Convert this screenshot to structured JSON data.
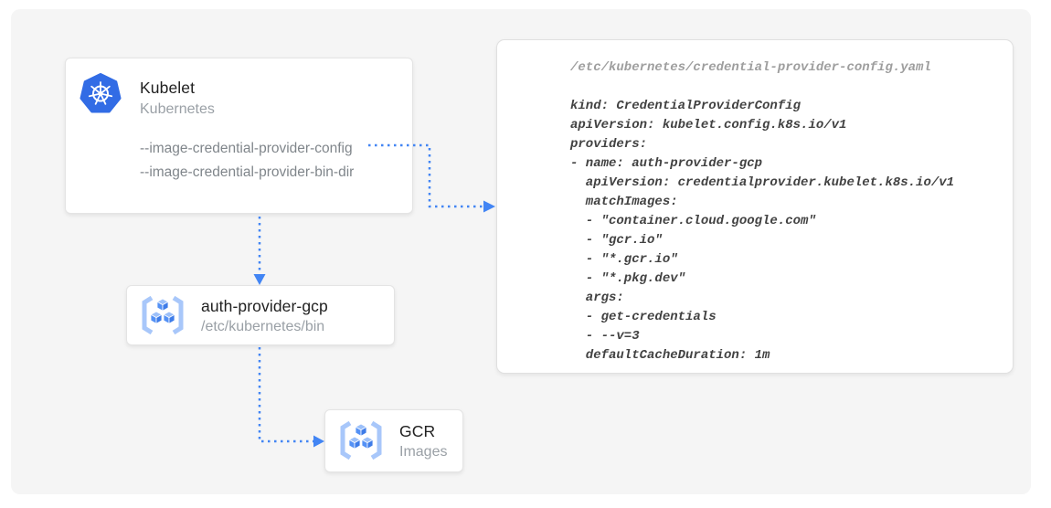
{
  "kubelet_card": {
    "title": "Kubelet",
    "subtitle": "Kubernetes",
    "flags": [
      "--image-credential-provider-config",
      "--image-credential-provider-bin-dir"
    ]
  },
  "auth_provider_card": {
    "title": "auth-provider-gcp",
    "subtitle": "/etc/kubernetes/bin"
  },
  "gcr_card": {
    "title": "GCR",
    "subtitle": "Images"
  },
  "code_panel": {
    "filename": "/etc/kubernetes/credential-provider-config.yaml",
    "lines": [
      "kind: CredentialProviderConfig",
      "apiVersion: kubelet.config.k8s.io/v1",
      "providers:",
      "- name: auth-provider-gcp",
      "  apiVersion: credentialprovider.kubelet.k8s.io/v1",
      "  matchImages:",
      "  - \"container.cloud.google.com\"",
      "  - \"gcr.io\"",
      "  - \"*.gcr.io\"",
      "  - \"*.pkg.dev\"",
      "  args:",
      "  - get-credentials",
      "  - --v=3",
      "  defaultCacheDuration: 1m"
    ]
  },
  "icons": [
    "kubernetes-helm-icon",
    "gcr-registry-icon"
  ],
  "colors": {
    "arrow_blue": "#4285f4",
    "kubernetes_blue": "#326ce5",
    "gcr_cube_blue": "#4285f4",
    "gcr_bracket_blue": "#a8c7fa",
    "canvas_bg": "#f5f5f5",
    "card_bg": "#ffffff",
    "title_text": "#212121",
    "secondary_text": "#9aa0a6",
    "flag_text": "#80868b",
    "code_text": "#424242",
    "code_filename_text": "#9e9e9e"
  }
}
